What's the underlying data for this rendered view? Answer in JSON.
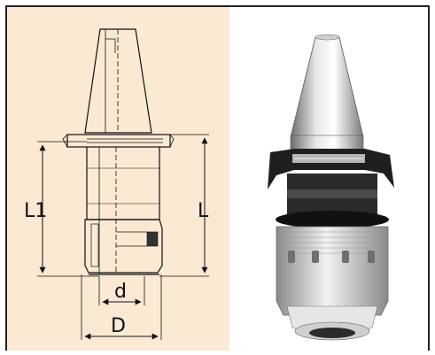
{
  "diagram": {
    "labels": {
      "L1": "L1",
      "L": "L",
      "d": "d",
      "D": "D"
    }
  },
  "colors": {
    "drawing_bg": "#fbe9d4",
    "line": "#111111",
    "metal_light": "#d9d9d9",
    "metal_dark": "#1f1f1f"
  }
}
